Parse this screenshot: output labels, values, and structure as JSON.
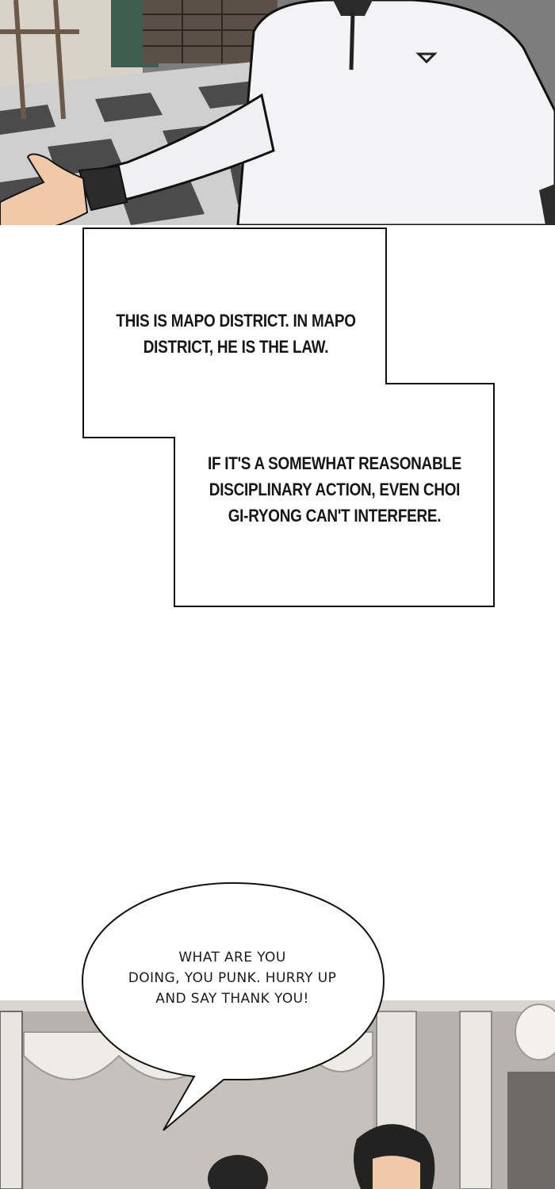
{
  "panels": {
    "top_description": "",
    "bottom_description": ""
  },
  "captions": [
    {
      "lines": [
        "THIS IS MAPO DISTRICT. IN MAPO",
        "DISTRICT, HE IS THE LAW."
      ]
    },
    {
      "lines": [
        "IF IT'S A SOMEWHAT REASONABLE",
        "DISCIPLINARY ACTION, EVEN CHOI",
        "GI-RYONG CAN'T INTERFERE."
      ]
    }
  ],
  "speech_bubble": {
    "lines": [
      "WHAT ARE YOU",
      "DOING, YOU PUNK. HURRY UP",
      "AND SAY THANK YOU!"
    ]
  },
  "colors": {
    "border": "#111111",
    "caption_bg": "#ffffff",
    "floor_dark": "#4a4a4a",
    "floor_light": "#c9c9c9",
    "shirt": "#f3f3f5",
    "skin": "#f0c9a8",
    "hair": "#2a2a2a"
  }
}
